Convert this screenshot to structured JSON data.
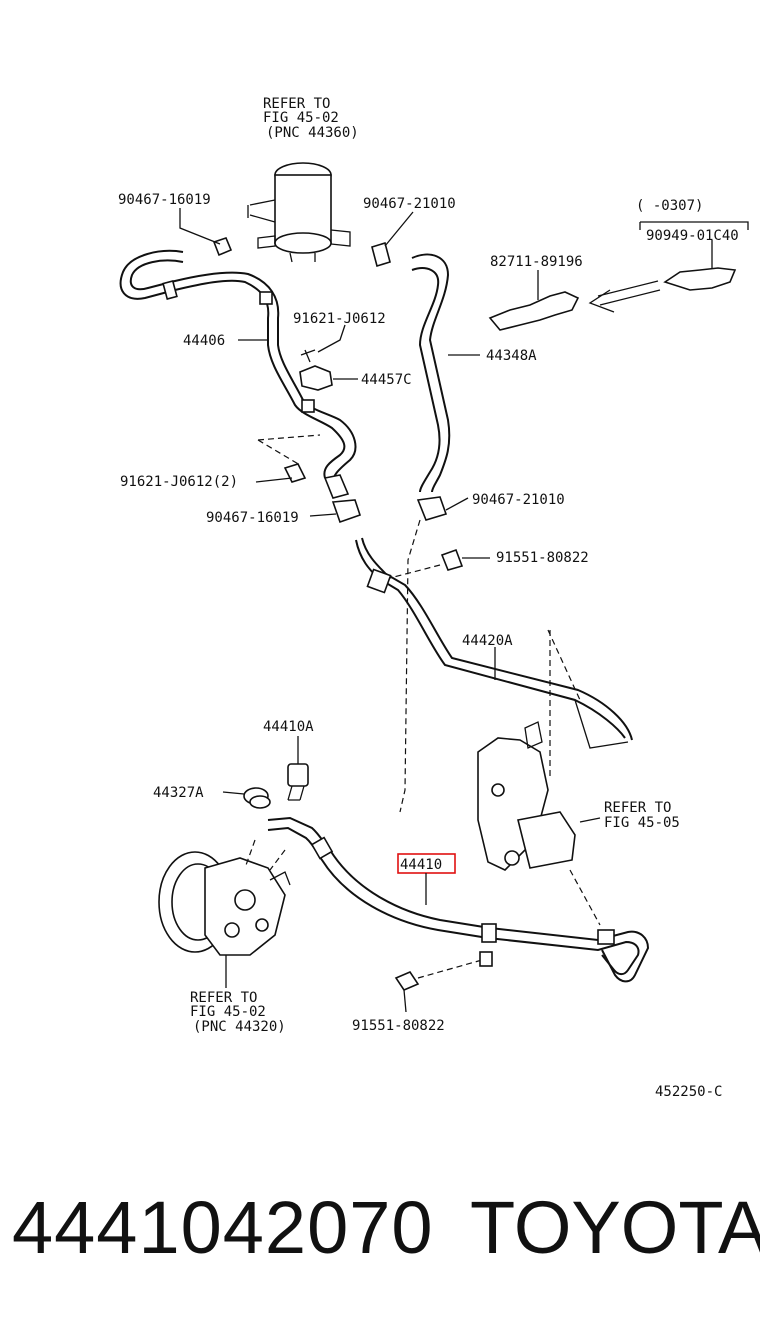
{
  "diagram": {
    "refer_top": [
      "REFER TO",
      "FIG 45-02",
      "(PNC 44360)"
    ],
    "refer_right": [
      "REFER TO",
      "FIG 45-05"
    ],
    "refer_bottom": [
      "REFER TO",
      "FIG 45-02",
      "(PNC 44320)"
    ],
    "range_label": "(      -0307)",
    "figure_code": "452250-C",
    "labels": {
      "clip_16019_top": "90467-16019",
      "clip_21010_top": "90467-21010",
      "bracket_89196": "82711-89196",
      "clip_01c40": "90949-01C40",
      "hose_44406": "44406",
      "bolt_j0612": "91621-J0612",
      "clamp_44457c": "44457C",
      "hose_44348a": "44348A",
      "bolt_j0612_2": "91621-J0612(2)",
      "clip_21010_bottom": "90467-21010",
      "clip_16019_bottom": "90467-16019",
      "bolt_80822_top": "91551-80822",
      "tube_44420a": "44420A",
      "union_44410a": "44410A",
      "gasket_44327a": "44327A",
      "hose_44410": "44410",
      "bolt_80822_bottom": "91551-80822"
    }
  },
  "footer": {
    "part_number": "4441042070",
    "brand": "TOYOTA"
  },
  "colors": {
    "highlight": "#e01010",
    "ink": "#111111"
  }
}
